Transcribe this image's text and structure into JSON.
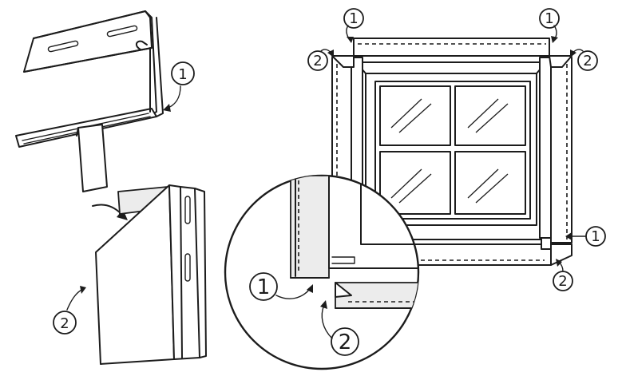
{
  "callouts": {
    "left_upper": "1",
    "left_lower": "2",
    "window_top_left_1": "1",
    "window_top_left_2": "2",
    "window_top_right_1": "1",
    "window_top_right_2": "2",
    "window_bottom_right_1": "1",
    "window_bottom_right_2": "2",
    "detail_1": "1",
    "detail_2": "2"
  }
}
